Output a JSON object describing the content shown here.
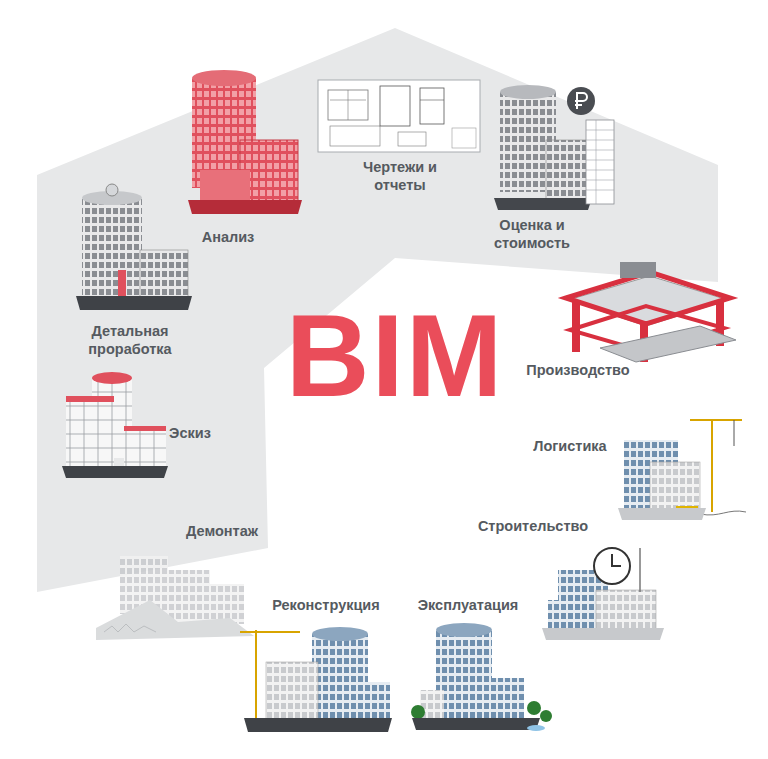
{
  "diagram": {
    "title": "BIM",
    "labels": [
      "Анализ",
      "Чертежи и отчеты",
      "Оценка и стоимость",
      "Детальная проработка",
      "Эскиз",
      "Производство",
      "Логистика",
      "Строительство",
      "Демонтаж",
      "Реконструкция",
      "Эксплуатация"
    ]
  }
}
